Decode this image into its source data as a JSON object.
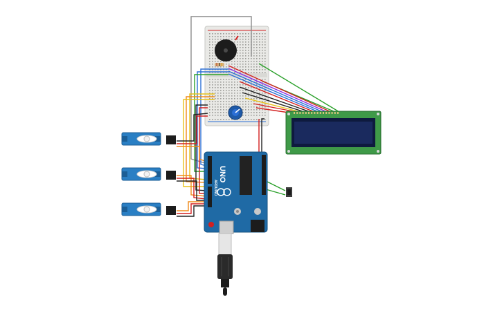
{
  "circuit": {
    "arduino": {
      "name_text": "UNO",
      "brand_text": "ARDUINO"
    },
    "components": [
      {
        "kind": "breadboard",
        "icon": "breadboard-icon"
      },
      {
        "kind": "buzzer",
        "icon": "buzzer-icon"
      },
      {
        "kind": "potentiometer",
        "icon": "potentiometer-icon"
      },
      {
        "kind": "lcd-16x2",
        "icon": "lcd-icon"
      },
      {
        "kind": "servo",
        "count": 3,
        "icon": "servo-icon"
      },
      {
        "kind": "pushbutton",
        "icon": "pushbutton-icon"
      },
      {
        "kind": "usb-cable",
        "icon": "usb-cable-icon"
      }
    ],
    "colors": {
      "board_blue": "#1f6aa5",
      "servo_blue": "#2a7fc4",
      "lcd_green": "#3f9a48",
      "lcd_screen": "#1a2a5e",
      "breadboard": "#e9e9e6",
      "wire_red": "#d32020",
      "wire_black": "#222222",
      "wire_orange": "#f08a1a",
      "wire_yellow": "#e8c21a",
      "wire_green": "#2aa02a",
      "wire_blue": "#2b6fd6",
      "wire_purple": "#8a2be2",
      "wire_gray": "#8c8c8c"
    }
  }
}
